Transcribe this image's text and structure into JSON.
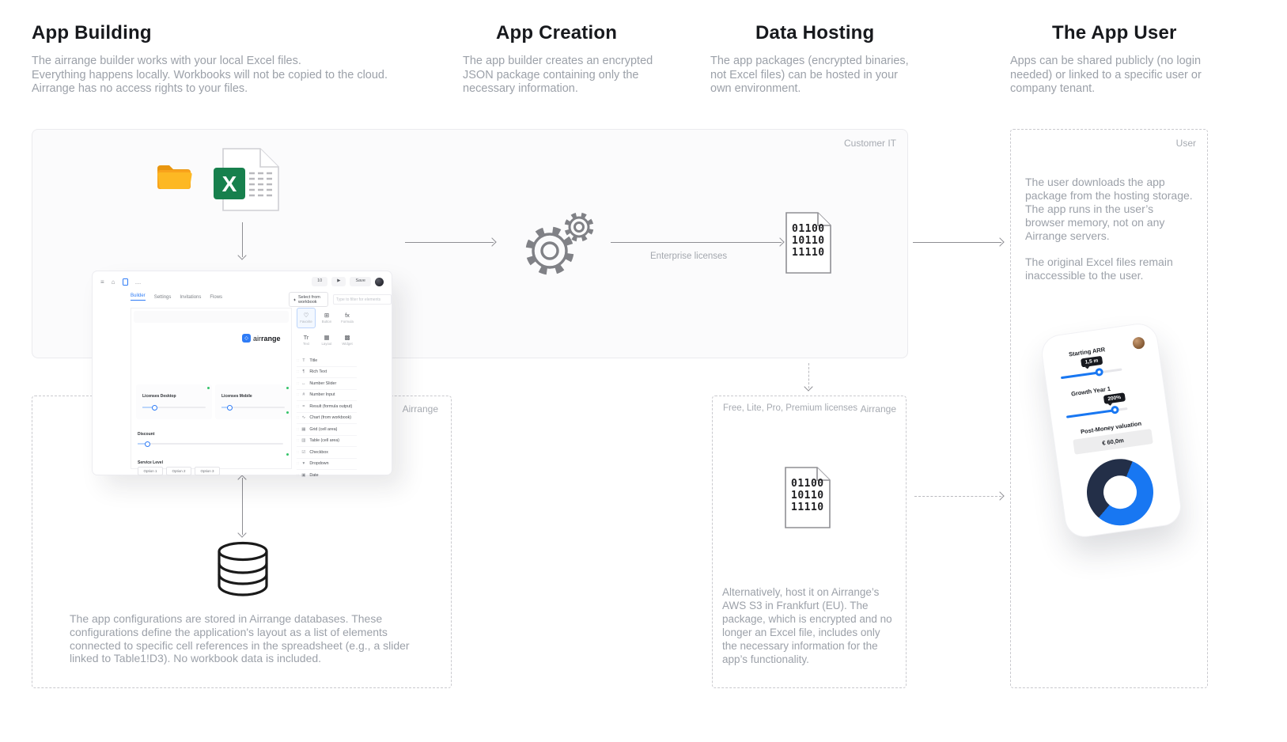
{
  "colors": {
    "accent_blue": "#2f7cf6",
    "phone_blue": "#1877f2",
    "donut_navy": "#232f48",
    "folder_orange": "#fdb219",
    "excel_green": "#17804d",
    "text_gray": "#9ca1a9",
    "arrow_gray": "#8e8e93",
    "green_dot": "#35c46a"
  },
  "sections": {
    "app_building": {
      "title": "App Building",
      "desc": "The airrange builder works with your local Excel files.\nEverything happens locally. Workbooks will not be copied to the cloud.\nAirrange has no access rights to your files."
    },
    "app_creation": {
      "title": "App Creation",
      "desc": "The app builder creates an encrypted JSON package containing only the necessary information."
    },
    "data_hosting": {
      "title": "Data Hosting",
      "desc": "The app packages (encrypted binaries, not Excel files) can be hosted in your own environment."
    },
    "app_user": {
      "title": "The App User",
      "desc": "Apps can be shared publicly (no login needed) or linked to a specific user or company tenant."
    }
  },
  "customer_it_box": {
    "label": "Customer IT"
  },
  "flow": {
    "enterprise_licenses_label": "Enterprise licenses",
    "binary_file_text": "01100\n10110\n11110"
  },
  "airrange_box": {
    "label": "Airrange",
    "paragraph": "The app configurations are stored in Airrange databases. These configurations define the application's layout as a list of elements connected to specific cell references in the spreadsheet (e.g., a slider linked to Table1!D3). No workbook data is included."
  },
  "hosting_box": {
    "licenses_label": "Free, Lite, Pro, Premium licenses",
    "owner_label": "Airrange",
    "binary_file_text": "01100\n10110\n11110",
    "paragraph": "Alternatively, host it on Airrange’s AWS S3 in Frankfurt (EU). The package, which is encrypted and no longer an Excel file, includes only the necessary information for the app’s functionality."
  },
  "user_box": {
    "label": "User",
    "paragraph_1": "The user downloads the app package from the hosting storage. The app runs in the user’s browser memory, not on any Airrange servers.",
    "paragraph_2": "The original Excel files remain inaccessible to the user."
  },
  "builder_window": {
    "menu_icon": "≡",
    "home_icon": "⌂",
    "ellipsis": "…",
    "undo_button": "10",
    "run_button": "▶",
    "save_button": "Save",
    "tabs": [
      {
        "label": "Builder"
      },
      {
        "label": "Settings"
      },
      {
        "label": "Invitations"
      },
      {
        "label": "Flows"
      }
    ],
    "select_from_workbook_button": "Select from workbook",
    "filter_placeholder": "Type to filter for elements",
    "logo": {
      "air": "air",
      "range": "range"
    },
    "drag_icon": "∷",
    "canvas": {
      "card_1_label": "Licenses Desktop",
      "card_2_label": "Licenses Mobile",
      "discount_label": "Discount",
      "service_level_label": "Service Level",
      "options": [
        {
          "label": "Option 1"
        },
        {
          "label": "Option 2"
        },
        {
          "label": "Option 3"
        }
      ]
    },
    "palette": [
      {
        "icon": "♡",
        "label": "Favorite"
      },
      {
        "icon": "⊞",
        "label": "Button"
      },
      {
        "icon": "fx",
        "label": "Formula"
      },
      {
        "icon": "Tr",
        "label": "Text"
      },
      {
        "icon": "▦",
        "label": "Layout"
      },
      {
        "icon": "▩",
        "label": "Widget"
      }
    ],
    "elements": [
      {
        "icon": "T",
        "label": "Title"
      },
      {
        "icon": "¶",
        "label": "Rich Text"
      },
      {
        "icon": "↔",
        "label": "Number Slider"
      },
      {
        "icon": "#",
        "label": "Number Input"
      },
      {
        "icon": "=",
        "label": "Result (formula output)"
      },
      {
        "icon": "∿",
        "label": "Chart (from workbook)"
      },
      {
        "icon": "▦",
        "label": "Grid (cell area)"
      },
      {
        "icon": "▥",
        "label": "Table (cell area)"
      },
      {
        "icon": "☑",
        "label": "Checkbox"
      },
      {
        "icon": "▾",
        "label": "Dropdown"
      },
      {
        "icon": "▣",
        "label": "Date"
      }
    ]
  },
  "phone": {
    "slider_1": {
      "label": "Starting ARR",
      "value": "1,5 m"
    },
    "slider_2": {
      "label": "Growth Year 1",
      "value": "200%"
    },
    "result": {
      "label": "Post-Money valuation",
      "value": "€ 60,0m"
    },
    "donut_segments": [
      {
        "color": "#232f48",
        "share": 0.45
      },
      {
        "color": "#1877f2",
        "share": 0.55
      }
    ]
  }
}
